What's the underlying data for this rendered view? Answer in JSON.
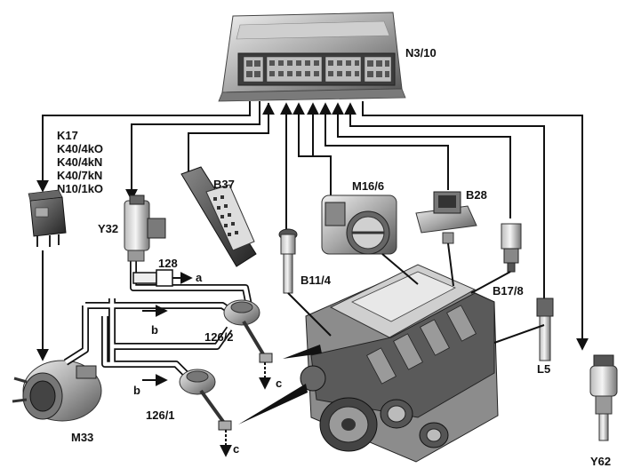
{
  "labels": {
    "ecu": "N3/10",
    "relay_list": [
      "K17",
      "K40/4kO",
      "K40/4kN",
      "K40/7kN",
      "N10/1kO"
    ],
    "b37": "B37",
    "m16_6": "M16/6",
    "b28": "B28",
    "y32": "Y32",
    "n128": "128",
    "a": "a",
    "b11_4": "B11/4",
    "b17_8": "B17/8",
    "b_upper": "b",
    "b_lower": "b",
    "v126_2": "126/2",
    "v126_1": "126/1",
    "c_upper": "c",
    "c_lower": "c",
    "l5": "L5",
    "m33": "M33",
    "y62": "Y62"
  },
  "colors": {
    "line": "#111111",
    "metal_light": "#d9d9d9",
    "metal_mid": "#9a9a9a",
    "metal_dark": "#4a4a4a"
  }
}
